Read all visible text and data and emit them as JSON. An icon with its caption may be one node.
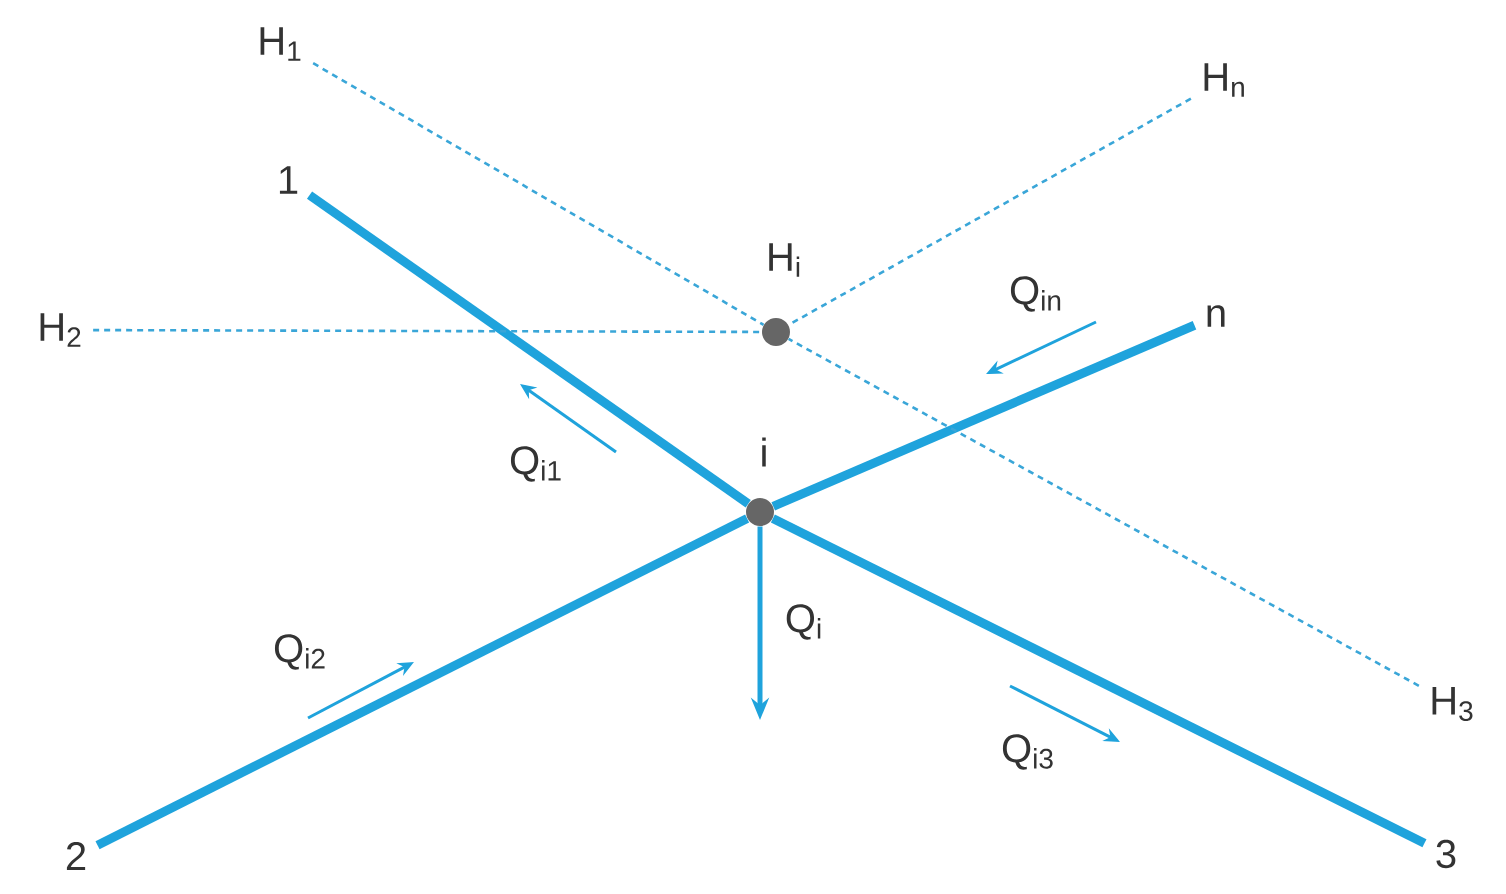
{
  "diagram": {
    "nodes": [
      {
        "text": [],
        "shape": "circle",
        "beside": [
          "i"
        ]
      },
      {
        "text": [
          "1"
        ]
      },
      {
        "text": [
          "2"
        ]
      },
      {
        "text": [
          "3"
        ]
      },
      {
        "text": [
          "n"
        ]
      },
      {
        "text": [],
        "shape": "circle",
        "beside": [
          "H$_{i}$"
        ]
      },
      {
        "text": [
          "H$_{1}$"
        ]
      },
      {
        "text": [
          "H$_{n}$"
        ]
      },
      {
        "text": [
          "H$_{2}$"
        ]
      },
      {
        "text": [
          "H$_{3}$"
        ]
      }
    ],
    "edges": [
      {
        "from": 1,
        "to": 0,
        "arrow": "none",
        "style": "thick"
      },
      {
        "from": 2,
        "to": 0,
        "arrow": "none",
        "style": "thick"
      },
      {
        "from": 3,
        "to": 0,
        "arrow": "none",
        "style": "thick"
      },
      {
        "from": 4,
        "to": 0,
        "arrow": "none",
        "style": "thick"
      },
      {
        "from": 6,
        "to": 5,
        "arrow": "none",
        "style": "dashed"
      },
      {
        "from": 7,
        "to": 5,
        "arrow": "none",
        "style": "dashed"
      },
      {
        "from": 8,
        "to": 5,
        "arrow": "none",
        "style": "dashed"
      },
      {
        "from": 9,
        "to": 5,
        "arrow": "none",
        "style": "dashed"
      },
      {
        "from": 0,
        "to": null,
        "arrow": "to",
        "label": "Q$_{i}$"
      }
    ],
    "labels": [
      "Q$_{in}$",
      "Q$_{i1}$",
      "Q$_{i2}$",
      "Q$_{i3}$"
    ]
  }
}
